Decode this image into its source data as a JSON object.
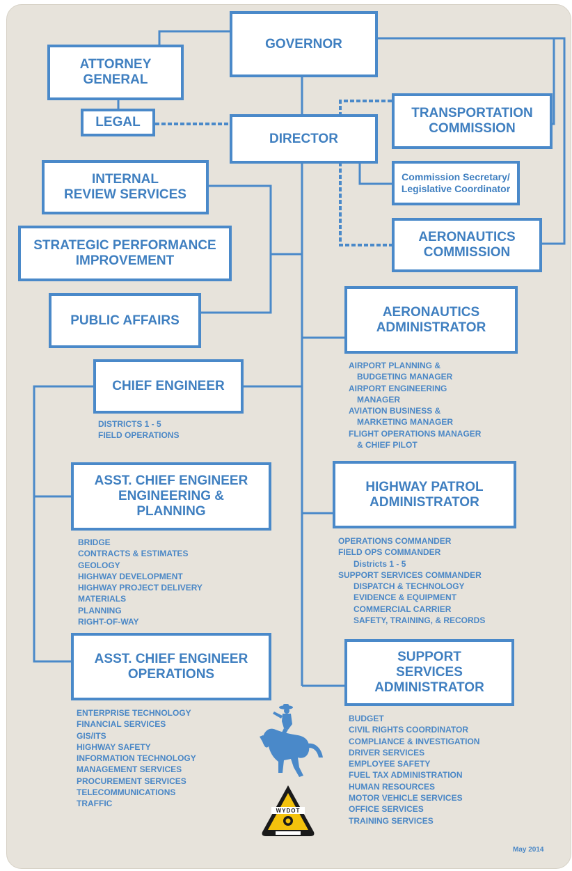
{
  "colors": {
    "line": "#4a89c9",
    "text": "#3f7fc0",
    "background": "#e7e3db"
  },
  "boxes": {
    "governor": "GOVERNOR",
    "attorney_general": "ATTORNEY\nGENERAL",
    "legal": "LEGAL",
    "director": "DIRECTOR",
    "transportation_commission": "TRANSPORTATION\nCOMMISSION",
    "commission_secretary": "Commission Secretary/\nLegislative Coordinator",
    "internal_review": "INTERNAL\nREVIEW SERVICES",
    "strategic_performance": "STRATEGIC PERFORMANCE\nIMPROVEMENT",
    "aeronautics_commission": "AERONAUTICS\nCOMMISSION",
    "public_affairs": "PUBLIC AFFAIRS",
    "aeronautics_administrator": "AERONAUTICS\nADMINISTRATOR",
    "chief_engineer": "CHIEF ENGINEER",
    "asst_chief_planning": "ASST. CHIEF ENGINEER\nENGINEERING &\nPLANNING",
    "highway_patrol": "HIGHWAY PATROL\nADMINISTRATOR",
    "asst_chief_operations": "ASST. CHIEF ENGINEER\nOPERATIONS",
    "support_services": "SUPPORT\nSERVICES\nADMINISTRATOR"
  },
  "lists": {
    "aeronautics": [
      "AIRPORT PLANNING &",
      "BUDGETING MANAGER",
      "AIRPORT ENGINEERING",
      "MANAGER",
      "AVIATION BUSINESS &",
      "MARKETING MANAGER",
      "FLIGHT OPERATIONS MANAGER",
      "& CHIEF PILOT"
    ],
    "chief_engineer": [
      "DISTRICTS 1 - 5",
      "FIELD OPERATIONS"
    ],
    "engineering_planning": [
      "BRIDGE",
      "CONTRACTS & ESTIMATES",
      "GEOLOGY",
      "HIGHWAY DEVELOPMENT",
      "HIGHWAY PROJECT DELIVERY",
      "MATERIALS",
      "PLANNING",
      "RIGHT-OF-WAY"
    ],
    "highway_patrol": [
      "OPERATIONS COMMANDER",
      "FIELD OPS COMMANDER",
      "Districts 1 - 5",
      "SUPPORT SERVICES COMMANDER",
      "DISPATCH & TECHNOLOGY",
      "EVIDENCE & EQUIPMENT",
      "COMMERCIAL CARRIER",
      "SAFETY, TRAINING, & RECORDS"
    ],
    "operations": [
      "ENTERPRISE TECHNOLOGY",
      "FINANCIAL SERVICES",
      "GIS/ITS",
      "HIGHWAY SAFETY",
      "INFORMATION TECHNOLOGY",
      "MANAGEMENT SERVICES",
      "PROCUREMENT SERVICES",
      "TELECOMMUNICATIONS",
      "TRAFFIC"
    ],
    "support_services": [
      "BUDGET",
      "CIVIL RIGHTS COORDINATOR",
      "COMPLIANCE & INVESTIGATION",
      "DRIVER SERVICES",
      "EMPLOYEE SAFETY",
      "FUEL TAX ADMINISTRATION",
      "HUMAN RESOURCES",
      "MOTOR VEHICLE SERVICES",
      "OFFICE SERVICES",
      "TRAINING SERVICES"
    ]
  },
  "logo": {
    "text": "WYDOT"
  },
  "date": "May 2014"
}
